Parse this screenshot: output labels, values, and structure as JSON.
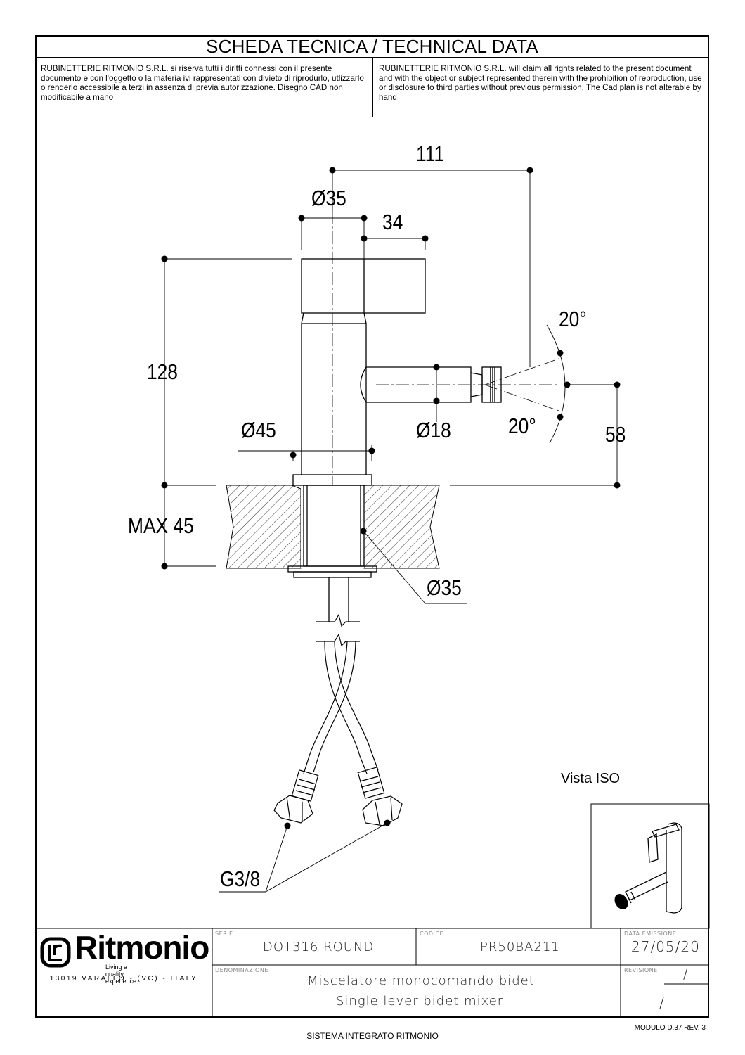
{
  "header": {
    "title": "SCHEDA TECNICA / TECHNICAL DATA",
    "notice_it": "RUBINETTERIE RITMONIO S.R.L. si riserva tutti i diritti connessi con il presente documento e con l'oggetto o la materia ivi rappresentati con divieto di riprodurlo, utlizzarlo o renderlo accessibile a terzi in assenza di previa autorizzazione. Disegno CAD non modificabile a mano",
    "notice_en": "RUBINETTERIE RITMONIO S.R.L. will claim all rights related to the present document and with the object or subject represented therein with the prohibition  of reproduction, use or disclosure to third parties without previous permission.  The Cad plan is not alterable by hand"
  },
  "dimensions": {
    "width_total": "111",
    "handle_diameter": "Ø35",
    "handle_length": "34",
    "height": "128",
    "angle_up": "20°",
    "angle_down": "20°",
    "base_diameter": "Ø45",
    "spout_diameter": "Ø18",
    "spout_height": "58",
    "max_thickness": "MAX 45",
    "shank_diameter": "Ø35",
    "connection": "G3/8"
  },
  "iso_view": {
    "label": "Vista ISO"
  },
  "title_block": {
    "series_caption": "SERIE",
    "series": "DOT316 ROUND",
    "code_caption": "CODICE",
    "code": "PR50BA211",
    "date_caption": "DATA EMISSIONE",
    "date": "27/05/20",
    "name_caption": "DENOMINAZIONE",
    "name_it": "Miscelatore monocomando bidet",
    "name_en": "Single lever bidet mixer",
    "revision_caption": "REVISIONE",
    "revision_top": "/",
    "revision_bottom": "/"
  },
  "company": {
    "name": "Ritmonio",
    "tagline": "Living a quality experience.",
    "address": "13019 VARALLO - (VC) - ITALY"
  },
  "footer": {
    "module": "MODULO D.37 REV. 3",
    "system": "SISTEMA INTEGRATO RITMONIO"
  }
}
